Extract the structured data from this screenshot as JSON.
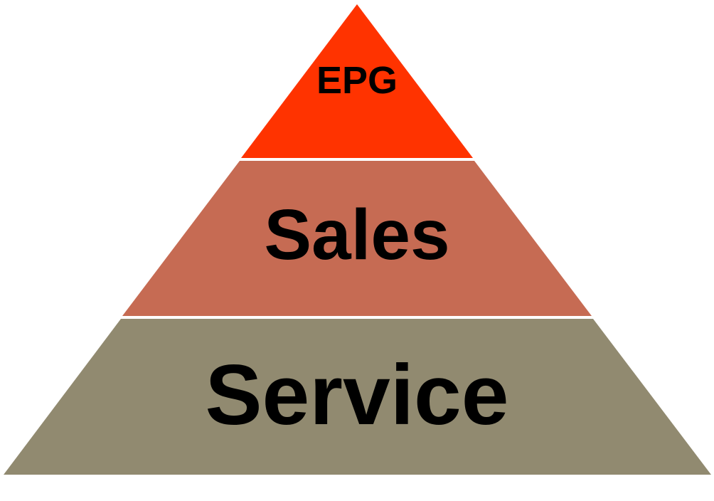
{
  "pyramid": {
    "tiers": [
      {
        "label": "EPG",
        "color": "#ff3300"
      },
      {
        "label": "Sales",
        "color": "#c66b53"
      },
      {
        "label": "Service",
        "color": "#918a70"
      }
    ]
  }
}
